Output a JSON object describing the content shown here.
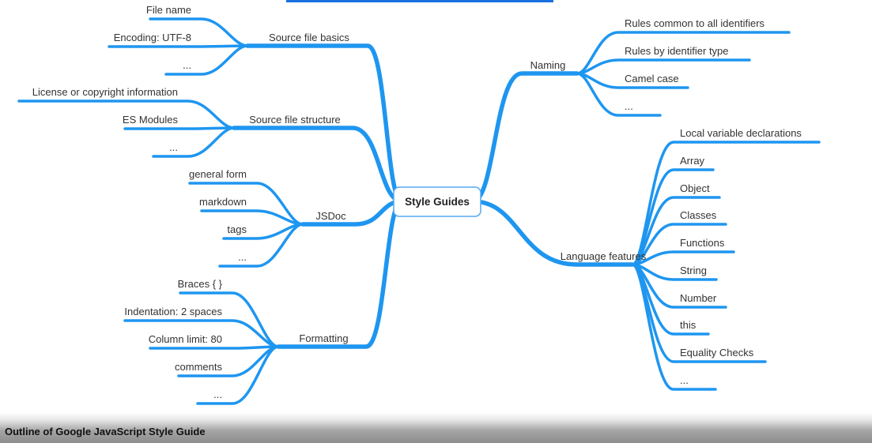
{
  "colors": {
    "branch": "#1e96f0",
    "root_border": "#55a8f2",
    "text": "#333333",
    "top_bar": "#1a6fe0"
  },
  "root": "Style Guides",
  "branches": [
    {
      "label": "Source file basics",
      "children": [
        "File name",
        "Encoding: UTF-8",
        "..."
      ]
    },
    {
      "label": "Source file structure",
      "children": [
        "License or copyright information",
        "ES Modules",
        "..."
      ]
    },
    {
      "label": "JSDoc",
      "children": [
        "general form",
        "markdown",
        "tags",
        "..."
      ]
    },
    {
      "label": "Formatting",
      "children": [
        "Braces { }",
        "Indentation: 2 spaces",
        "Column limit: 80",
        "comments",
        "..."
      ]
    },
    {
      "label": "Naming",
      "children": [
        "Rules common to all identifiers",
        "Rules by identifier type",
        "Camel case",
        "..."
      ]
    },
    {
      "label": "Language features",
      "children": [
        "Local variable declarations",
        "Array",
        "Object",
        "Classes",
        "Functions",
        "String",
        "Number",
        "this",
        "Equality Checks",
        "..."
      ]
    }
  ],
  "caption": "Outline of Google JavaScript Style Guide"
}
